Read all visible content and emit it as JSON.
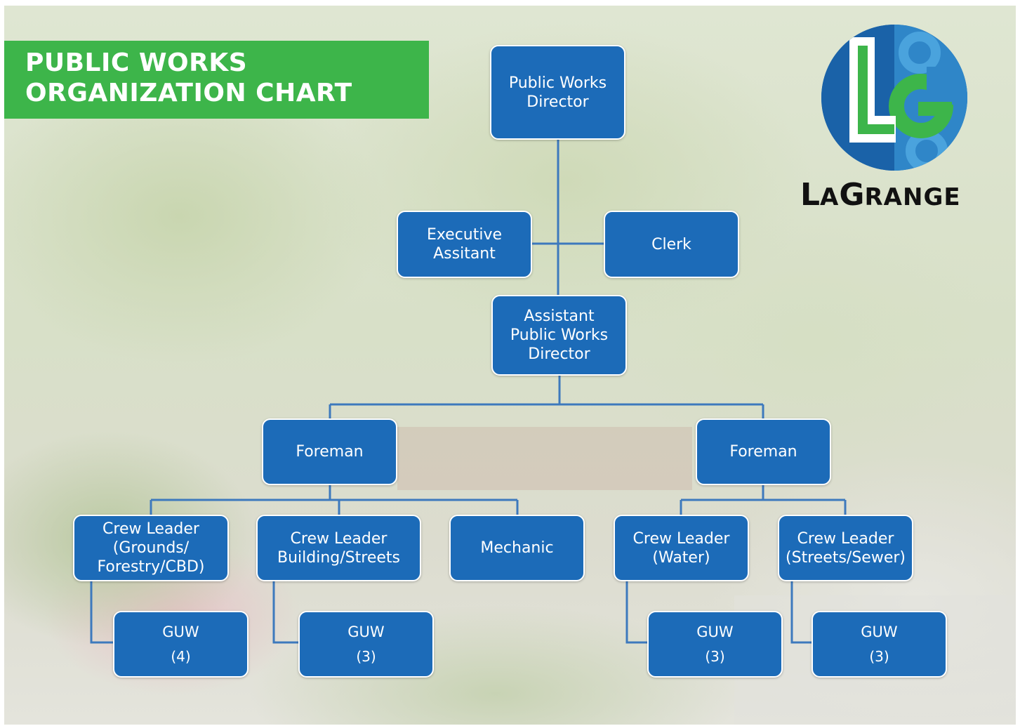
{
  "title": {
    "line1": "PUBLIC WORKS",
    "line2": "ORGANIZATION CHART"
  },
  "logo": {
    "word_first_big": "L",
    "word_first_rest": "A",
    "word_second_big": "G",
    "word_second_rest": "RANGE",
    "colors": {
      "green": "#3db54a",
      "blue_dark": "#1a62a8",
      "blue_light": "#4aa3dd"
    }
  },
  "colors": {
    "box_fill": "#1c6bb8",
    "box_border": "#ffffff",
    "connector": "#3d79bd",
    "title_banner": "#3db54a"
  },
  "org": {
    "director": "Public Works\nDirector",
    "executive_assistant": "Executive\nAssitant",
    "clerk": "Clerk",
    "assistant_director": "Assistant\nPublic Works\nDirector",
    "foreman_left": "Foreman",
    "foreman_right": "Foreman",
    "crew_leader_grounds": "Crew Leader\n(Grounds/\nForestry/CBD)",
    "crew_leader_building": "Crew Leader\nBuilding/Streets",
    "mechanic": "Mechanic",
    "crew_leader_water": "Crew Leader\n(Water)",
    "crew_leader_sewer": "Crew Leader\n(Streets/Sewer)",
    "guw_label": "GUW",
    "guw_grounds_count": "(4)",
    "guw_building_count": "(3)",
    "guw_water_count": "(3)",
    "guw_sewer_count": "(3)"
  }
}
